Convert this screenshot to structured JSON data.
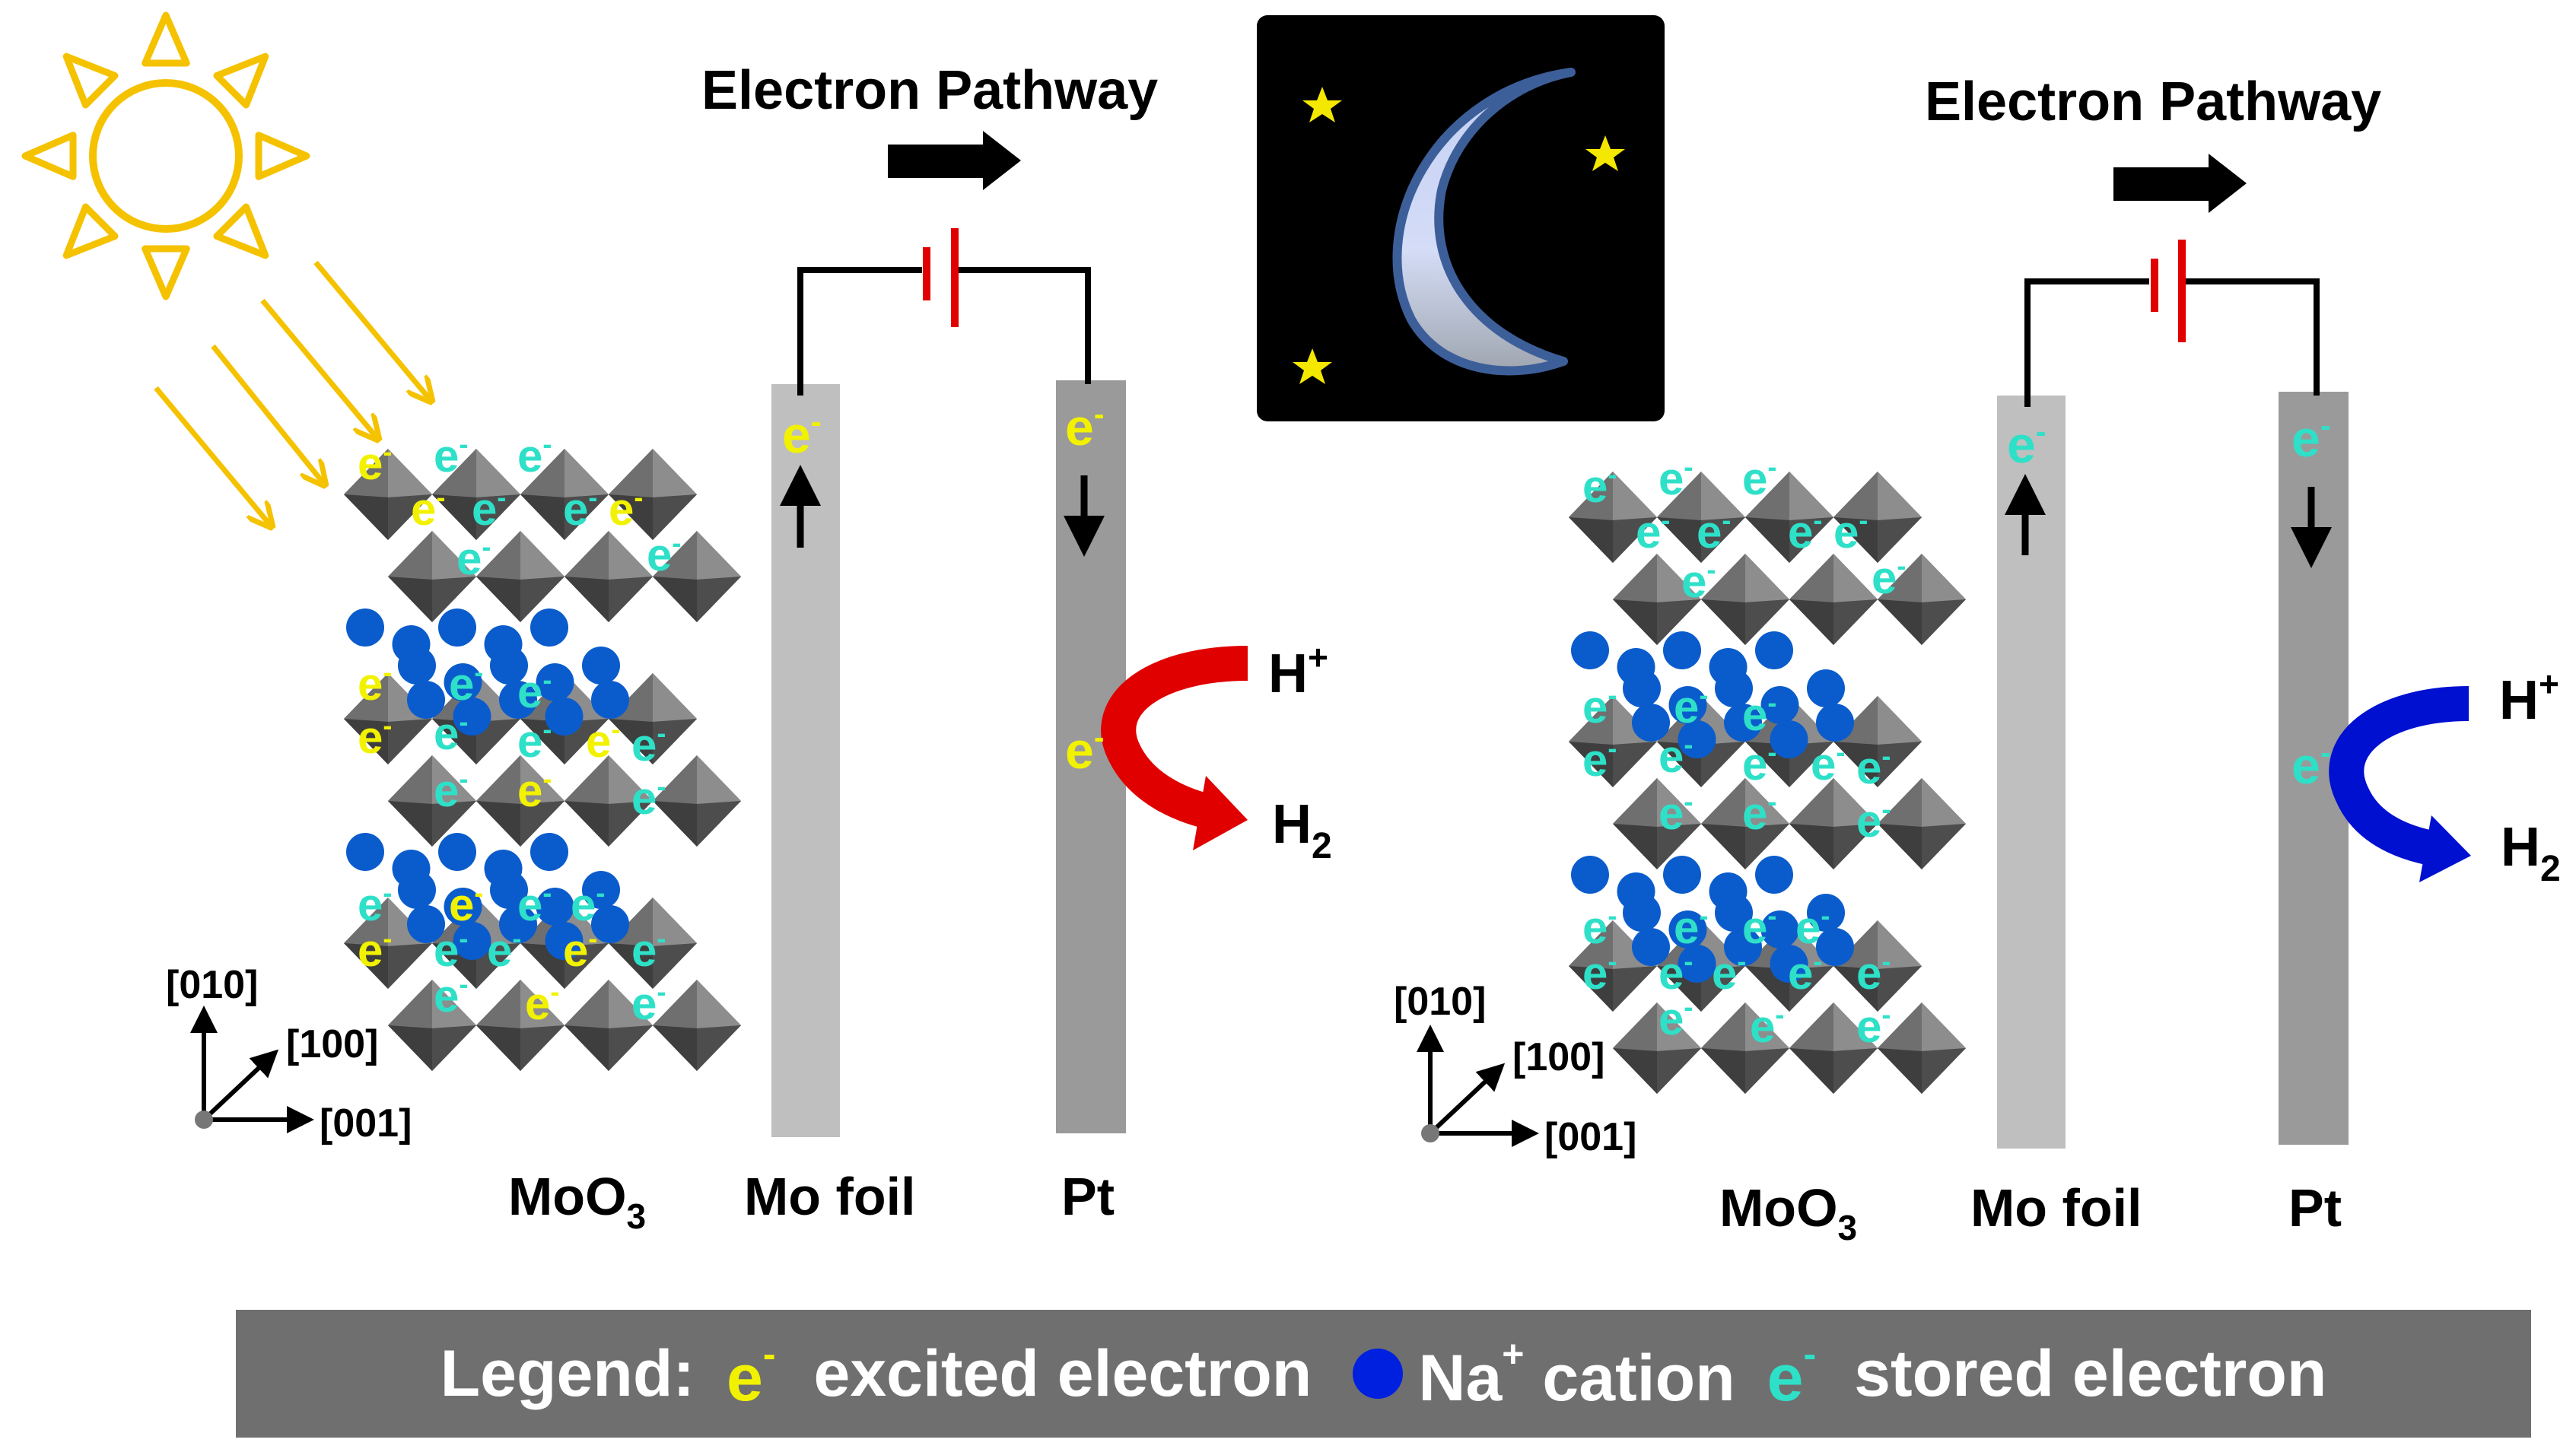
{
  "left": {
    "title": "Electron Pathway",
    "label_material": "MoO",
    "label_material_sub": "3",
    "label_foil": "Mo foil",
    "label_pt": "Pt",
    "ion": "H",
    "ion_sup": "+",
    "gas": "H",
    "gas_sub": "2",
    "axes": {
      "y": "[010]",
      "z": "[100]",
      "x": "[001]"
    }
  },
  "right": {
    "title": "Electron Pathway",
    "label_material": "MoO",
    "label_material_sub": "3",
    "label_foil": "Mo foil",
    "label_pt": "Pt",
    "ion": "H",
    "ion_sup": "+",
    "gas": "H",
    "gas_sub": "2",
    "axes": {
      "y": "[010]",
      "z": "[100]",
      "x": "[001]"
    }
  },
  "electron_symbol": "e",
  "electron_sup": "-",
  "legend": {
    "prefix": "Legend:",
    "e": "e",
    "e_sup": "-",
    "excited": "excited electron",
    "na": "Na",
    "na_sup": "+",
    "cation": " cation",
    "e2": "e",
    "e2_sup": "-",
    "stored": "stored electron"
  },
  "colors": {
    "excited_electron": "#f2f200",
    "stored_electron": "#2ee0c8",
    "na_cation": "#0a5ccc",
    "legend_na": "#0020e0",
    "sun": "#f5c200",
    "red_arrow": "#e00000",
    "blue_arrow": "#0010d0",
    "battery": "#e00000",
    "night_bg": "#000000",
    "moon": "#c8d4f8",
    "star": "#f5e800"
  },
  "icons": [
    "sun-icon",
    "moon-icon",
    "star-icon",
    "battery-icon",
    "arrow-icon"
  ]
}
